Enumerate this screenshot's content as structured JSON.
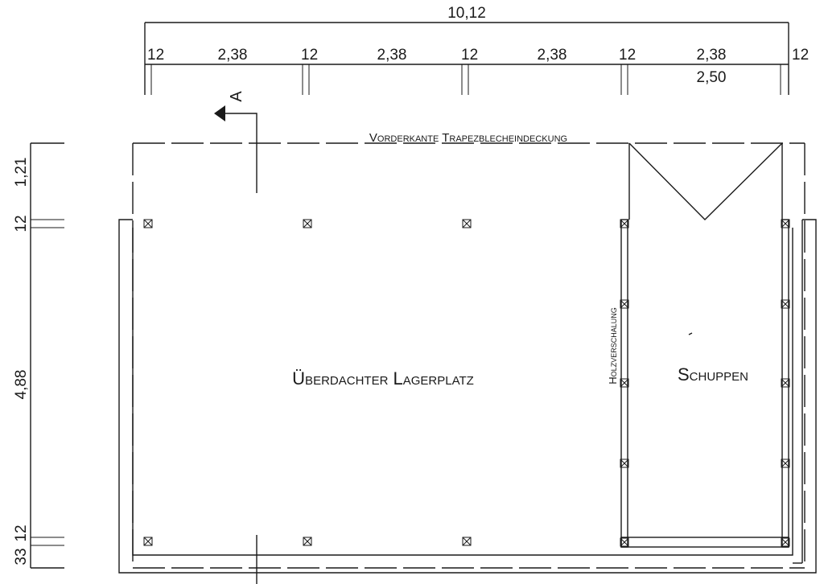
{
  "dimensions_top": {
    "overall": "10,12",
    "segments": [
      "12",
      "2,38",
      "12",
      "2,38",
      "12",
      "2,38",
      "12",
      "2,38",
      "12"
    ],
    "extra": "2,50"
  },
  "dimensions_left": [
    "1,21",
    "12",
    "4,88",
    "12",
    "33"
  ],
  "section_marker": "A",
  "labels": {
    "front_edge": "Vorderkante Trapezblecheindeckung",
    "storage_area": "Überdachter Lagerplatz",
    "shed": "Schuppen",
    "wood_cladding": "Holzverschalung"
  }
}
